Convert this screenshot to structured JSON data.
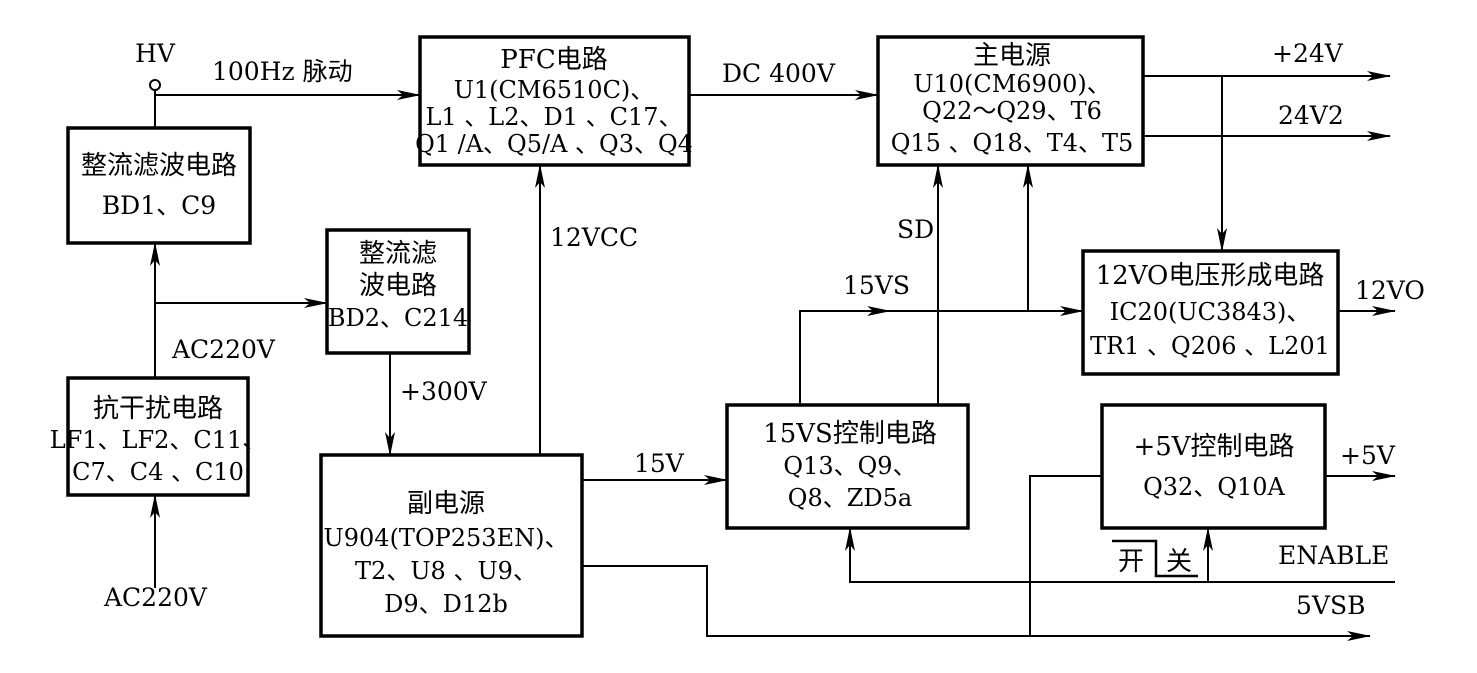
{
  "blocks": {
    "rectifier1": {
      "title": "整流滤波电路",
      "parts": "BD1、C9"
    },
    "emi": {
      "title": "抗干扰电路",
      "line1": "LF1、LF2、C11、",
      "line2": "C7、C4 、C10"
    },
    "rectifier2": {
      "title1": "整流滤",
      "title2": "波电路",
      "parts": "BD2、C214"
    },
    "pfc": {
      "title": "PFC电路",
      "line1": "U1(CM6510C)、",
      "line2": "L1 、L2、D1 、C17、",
      "line3": "Q1 /A、Q5/A 、Q3、Q4"
    },
    "aux_power": {
      "title": "副电源",
      "line1": "U904(TOP253EN)、",
      "line2": "T2、U8 、U9、",
      "line3": "D9、D12b"
    },
    "main_power": {
      "title": "主电源",
      "line1": "U10(CM6900)、",
      "line2": "Q22～Q29、T6",
      "line3": "Q15 、Q18、T4、T5"
    },
    "vs15_ctrl": {
      "title": "15VS控制电路",
      "line1": "Q13、Q9、",
      "line2": "Q8、ZD5a"
    },
    "v12o": {
      "title": "12VO电压形成电路",
      "line1": "IC20(UC3843)、",
      "line2": "TR1 、Q206 、L201"
    },
    "v5_ctrl": {
      "title": "+5V控制电路",
      "line1": "Q32、Q10A"
    }
  },
  "signals": {
    "hv": "HV",
    "hz100": "100Hz 脉动",
    "dc400": "DC 400V",
    "v24": "+24V",
    "v24_2": "24V2",
    "vcc12": "12VCC",
    "sd": "SD",
    "vs15": "15VS",
    "v12o": "12VO",
    "ac220_mid": "AC220V",
    "ac220_in": "AC220V",
    "v300": "+300V",
    "v15": "15V",
    "v5": "+5V",
    "enable": "ENABLE",
    "vsb5": "5VSB",
    "switch_kai": "开",
    "switch_guan": "关"
  }
}
